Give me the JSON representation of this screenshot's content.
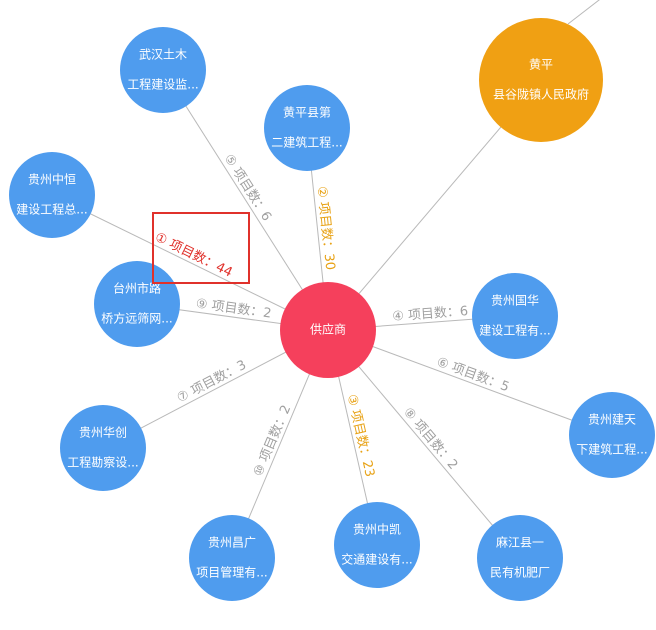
{
  "center": {
    "label": "供应商",
    "color": "#f5405c"
  },
  "colors": {
    "node_blue": "#4f9cee",
    "node_orange": "#f0a013",
    "edge": "#b9b9b9",
    "label_gray": "#a0a0a0",
    "label_red": "#e0312b",
    "label_orange": "#e8a215",
    "highlight_box": "#e0312b"
  },
  "nodes": [
    {
      "id": "n-wuhan",
      "lines": [
        "武汉土木",
        "工程建设监..."
      ],
      "color": "blue",
      "edge_label": "⑤ 项目数：6",
      "label_color": "gray"
    },
    {
      "id": "n-huangping-2",
      "lines": [
        "黄平县第",
        "二建筑工程..."
      ],
      "color": "blue",
      "edge_label": "② 项目数：30",
      "label_color": "orange"
    },
    {
      "id": "n-huangping-gov",
      "lines": [
        "黄平",
        "县谷陇镇人民政府"
      ],
      "color": "orange",
      "edge_label": "",
      "label_color": "gray"
    },
    {
      "id": "n-guizhou-zhongheng",
      "lines": [
        "贵州中恒",
        "建设工程总..."
      ],
      "color": "blue",
      "edge_label": "① 项目数：44",
      "label_color": "red"
    },
    {
      "id": "n-taizhou",
      "lines": [
        "台州市路",
        "桥方远筛网..."
      ],
      "color": "blue",
      "edge_label": "⑨ 项目数：2",
      "label_color": "gray"
    },
    {
      "id": "n-guizhou-guohua",
      "lines": [
        "贵州国华",
        "建设工程有..."
      ],
      "color": "blue",
      "edge_label": "④ 项目数：6",
      "label_color": "gray"
    },
    {
      "id": "n-guizhou-jiantian",
      "lines": [
        "贵州建天",
        "下建筑工程..."
      ],
      "color": "blue",
      "edge_label": "⑥ 项目数：5",
      "label_color": "gray"
    },
    {
      "id": "n-guizhou-huachuang",
      "lines": [
        "贵州华创",
        "工程勘察设..."
      ],
      "color": "blue",
      "edge_label": "⑦ 项目数：3",
      "label_color": "gray"
    },
    {
      "id": "n-guizhou-changguang",
      "lines": [
        "贵州昌广",
        "项目管理有..."
      ],
      "color": "blue",
      "edge_label": "⑩ 项目数：2",
      "label_color": "gray"
    },
    {
      "id": "n-guizhou-zhongkai",
      "lines": [
        "贵州中凯",
        "交通建设有..."
      ],
      "color": "blue",
      "edge_label": "③ 项目数：23",
      "label_color": "orange"
    },
    {
      "id": "n-majiang",
      "lines": [
        "麻江县一",
        "民有机肥厂"
      ],
      "color": "blue",
      "edge_label": "⑧ 项目数：2",
      "label_color": "gray"
    }
  ]
}
